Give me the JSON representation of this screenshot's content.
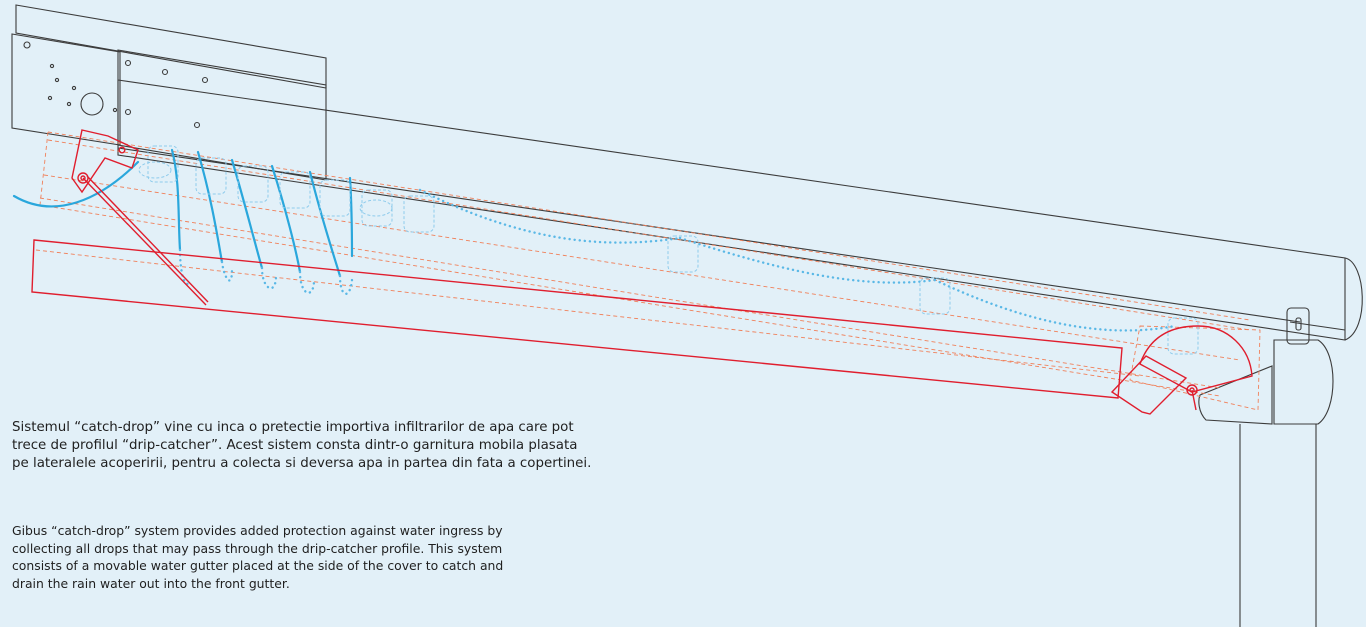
{
  "description": {
    "ro_lines": [
      "Sistemul “catch-drop” vine cu inca o pretectie importiva infiltrarilor de apa care pot",
      "trece de profilul “drip-catcher”. Acest sistem consta dintr-o garnitura mobila plasata",
      "pe lateralele acoperirii, pentru a colecta si deversa apa in partea din fata a copertinei."
    ],
    "en_lines": [
      "Gibus “catch-drop” system provides added protection against water ingress by",
      "collecting all drops that may pass through the drip-catcher profile. This system",
      "consists of a movable water gutter placed at the side of the cover to catch and",
      "drain the rain water out into the front gutter."
    ]
  },
  "colors": {
    "background": "#e2f0f8",
    "outline": "#3c3c3c",
    "catch_drop": "#e01e2e",
    "hidden_lines": "#f0805a",
    "water": "#2aa7dc"
  }
}
